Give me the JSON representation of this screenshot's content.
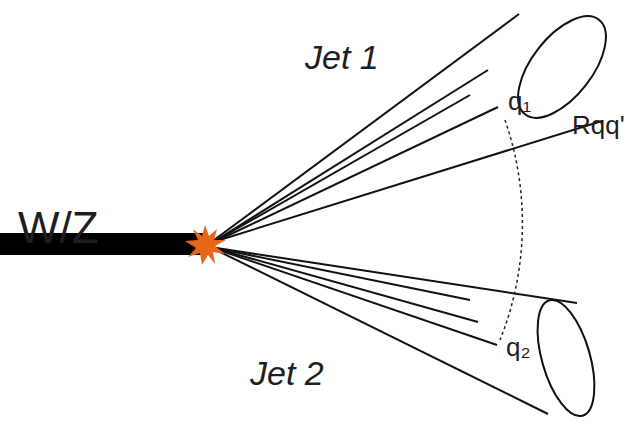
{
  "diagram": {
    "labels": [
      "W/Z",
      "Jet 1",
      "q₁",
      "Rqq'",
      "Jet 2",
      "q₂"
    ]
  }
}
